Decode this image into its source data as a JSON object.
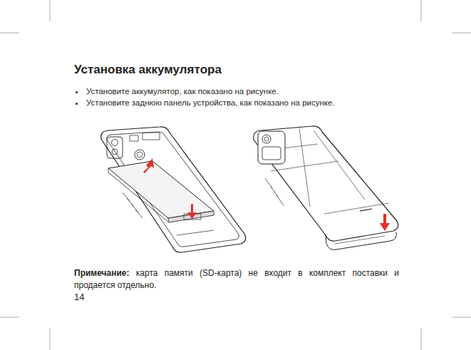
{
  "diagram": {
    "title": "Установка аккумулятора",
    "labels": [
      "Установите аккумулятор, как показано на рисунке.",
      "Установите заднюю панель устройства, как показано на рисунке.",
      "Примечание:",
      "карта памяти (SD-карта) не входит в комплект поставки и продается отдельно.",
      "14"
    ]
  }
}
